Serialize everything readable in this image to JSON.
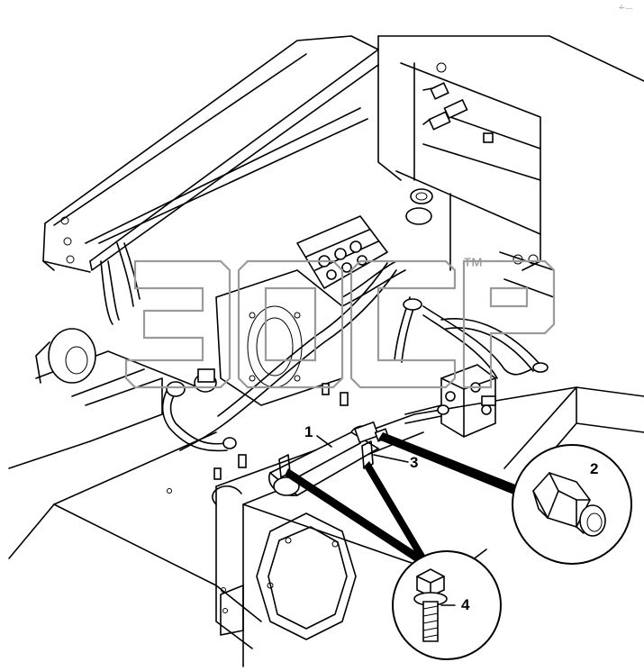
{
  "corner_mark": "-i- ....",
  "watermark": {
    "trademark": "™"
  },
  "callouts": [
    {
      "label": "1"
    },
    {
      "label": "2"
    },
    {
      "label": "3"
    },
    {
      "label": "4"
    }
  ]
}
